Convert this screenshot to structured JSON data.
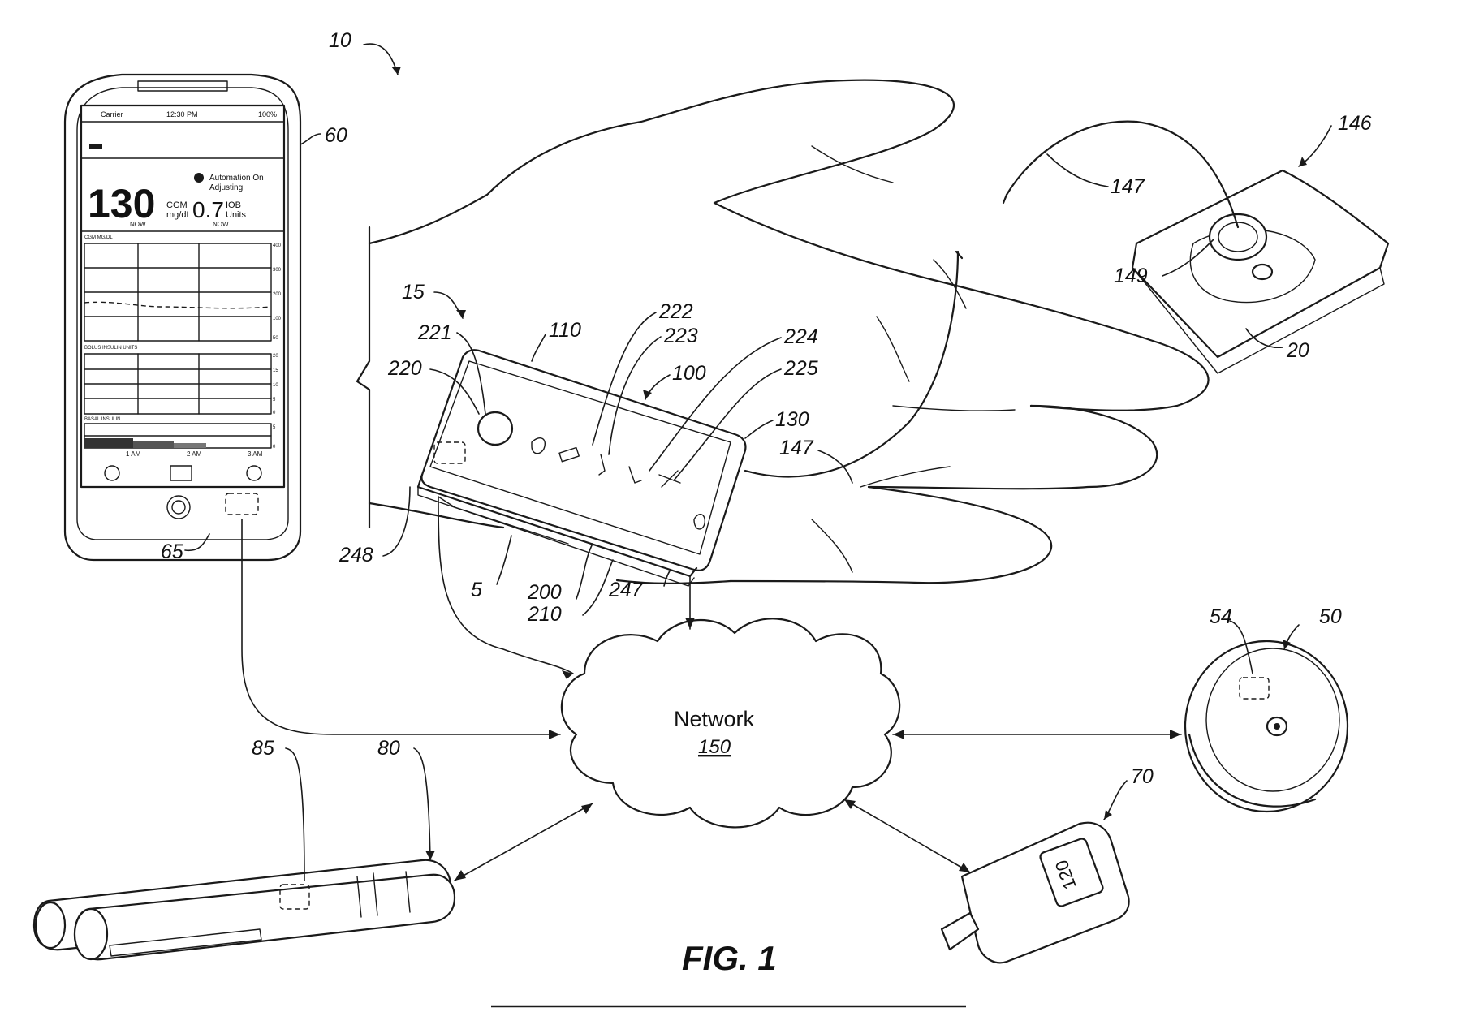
{
  "figure_label": "FIG. 1",
  "network": {
    "label": "Network",
    "ref": "150"
  },
  "phone": {
    "status_carrier": "Carrier",
    "status_time": "12:30 PM",
    "status_battery": "100%",
    "automation_text": "Automation On",
    "automation_sub": "Adjusting",
    "cgm_value": "130",
    "cgm_label": "CGM",
    "cgm_unit": "mg/dL",
    "cgm_now": "NOW",
    "iob_value": "0.7",
    "iob_label": "IOB",
    "iob_unit": "Units",
    "iob_now": "NOW",
    "chart1_title": "CGM MG/DL",
    "chart2_title": "BOLUS INSULIN UNITS",
    "chart3_title": "BASAL INSULIN",
    "axis1": [
      "400",
      "300",
      "200",
      "100",
      "50"
    ],
    "axis2": [
      "20",
      "15",
      "10",
      "5",
      "0"
    ],
    "axis3": [
      "5",
      "0"
    ],
    "time_labels": [
      "1 AM",
      "2 AM",
      "3 AM"
    ]
  },
  "refs": {
    "r10": "10",
    "r60": "60",
    "r65": "65",
    "r15": "15",
    "r110": "110",
    "r221": "221",
    "r220": "220",
    "r222": "222",
    "r223": "223",
    "r100": "100",
    "r224": "224",
    "r225": "225",
    "r130": "130",
    "r147a": "147",
    "r147b": "147",
    "r146": "146",
    "r149": "149",
    "r20": "20",
    "r248": "248",
    "r5": "5",
    "r200": "200",
    "r210": "210",
    "r247": "247",
    "r54": "54",
    "r50": "50",
    "r70": "70",
    "r85": "85",
    "r80": "80"
  },
  "meter_display": "120"
}
